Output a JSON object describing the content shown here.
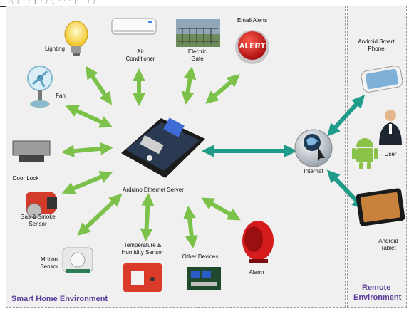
{
  "header": {
    "partial_text": "-\\ ( ' / 1 ' / 1 ' ' ' f' | / /"
  },
  "environments": {
    "smart_home": "Smart Home Environment",
    "remote_line1": "Remote",
    "remote_line2": "Environment"
  },
  "hub": {
    "label": "Arduino Ethernet Server"
  },
  "internet": {
    "label": "Internet"
  },
  "devices": {
    "lighting": "Lighting",
    "air_conditioner_1": "Air",
    "air_conditioner_2": "Conditioner",
    "electric_gate_1": "Electric",
    "electric_gate_2": "Gate",
    "email_alerts": "Email Alerts",
    "alert_sign": "ALERT",
    "fan": "Fan",
    "door_lock": "Door Lock",
    "gas_1": "Gas & Smoke",
    "gas_2": "Sensor",
    "motion_1": "Motion",
    "motion_2": "Sensor",
    "temp_1": "Temperature &",
    "temp_2": "Humidity Sensor",
    "other": "Other Devices",
    "alarm": "Alarm"
  },
  "remote": {
    "phone_1": "Android Smart",
    "phone_2": "Phone",
    "user": "User",
    "tablet_1": "Android",
    "tablet_2": "Tablet"
  },
  "colors": {
    "arrow_green": "#7cc24a",
    "arrow_teal": "#1f9b8a",
    "env_label": "#5b3f9a"
  }
}
